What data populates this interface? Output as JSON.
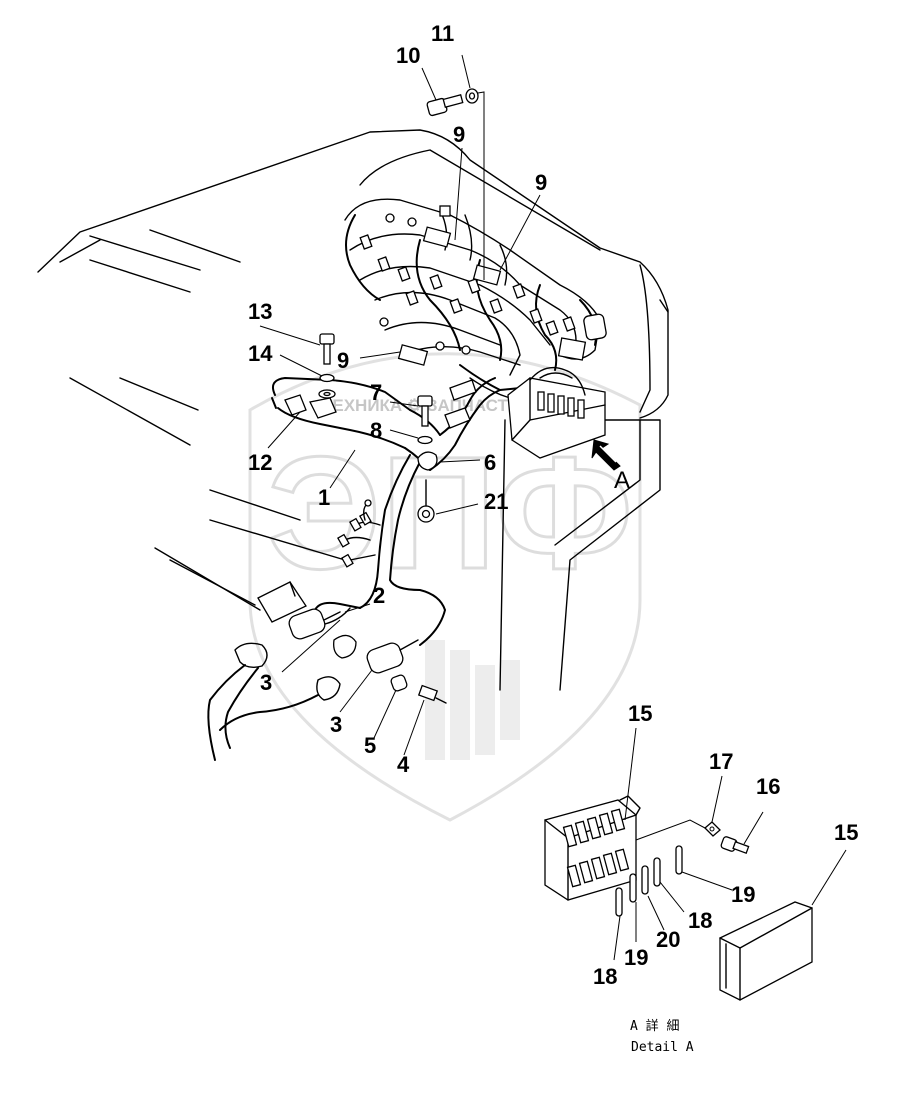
{
  "callouts": [
    {
      "id": "c10",
      "text": "10"
    },
    {
      "id": "c11",
      "text": "11"
    },
    {
      "id": "c9a",
      "text": "9"
    },
    {
      "id": "c9b",
      "text": "9"
    },
    {
      "id": "c9c",
      "text": "9"
    },
    {
      "id": "c13",
      "text": "13"
    },
    {
      "id": "c14",
      "text": "14"
    },
    {
      "id": "c7",
      "text": "7"
    },
    {
      "id": "c8",
      "text": "8"
    },
    {
      "id": "c12",
      "text": "12"
    },
    {
      "id": "c6",
      "text": "6"
    },
    {
      "id": "c1",
      "text": "1"
    },
    {
      "id": "c21",
      "text": "21"
    },
    {
      "id": "c2",
      "text": "2"
    },
    {
      "id": "c3a",
      "text": "3"
    },
    {
      "id": "c3b",
      "text": "3"
    },
    {
      "id": "c5",
      "text": "5"
    },
    {
      "id": "c4",
      "text": "4"
    },
    {
      "id": "c15a",
      "text": "15"
    },
    {
      "id": "c17",
      "text": "17"
    },
    {
      "id": "c16",
      "text": "16"
    },
    {
      "id": "c15b",
      "text": "15"
    },
    {
      "id": "c19a",
      "text": "19"
    },
    {
      "id": "c18a",
      "text": "18"
    },
    {
      "id": "c20",
      "text": "20"
    },
    {
      "id": "c19b",
      "text": "19"
    },
    {
      "id": "c18b",
      "text": "18"
    }
  ],
  "view_label": "A",
  "detail_label_jp": "A 詳 細",
  "detail_label_en": "Detail A",
  "watermark": {
    "text": "ТЕХНИКА ⚙ ЗАПЧАСТИ",
    "letters": "ЭПФ",
    "color": "#c8c8c8"
  }
}
